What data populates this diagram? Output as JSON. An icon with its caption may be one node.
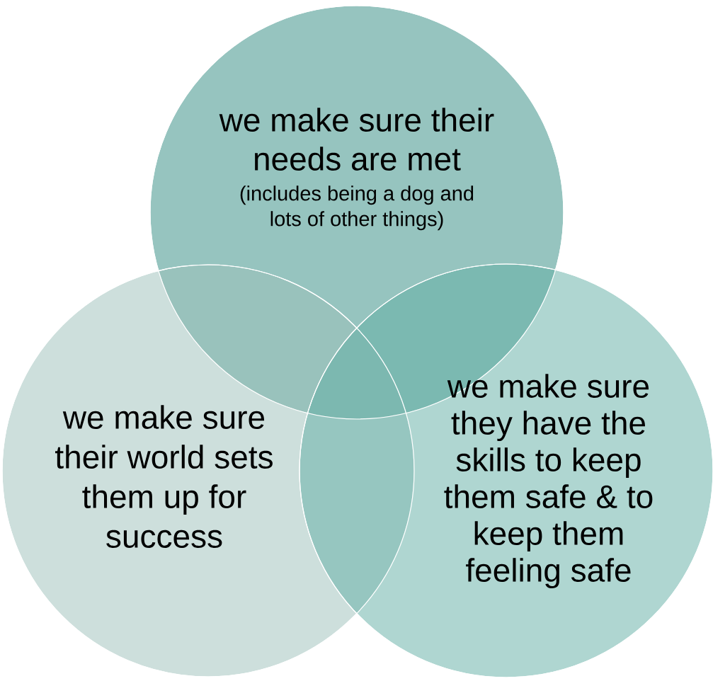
{
  "diagram": {
    "nodes": [
      {
        "text": [
          "we make sure their needs are met",
          "(includes being a dog and lots of other things)"
        ]
      },
      {
        "text": [
          "we make sure their world sets them up for success"
        ]
      },
      {
        "text": [
          "we make sure they have the skills to keep them safe & to keep them feeling safe"
        ]
      }
    ]
  }
}
